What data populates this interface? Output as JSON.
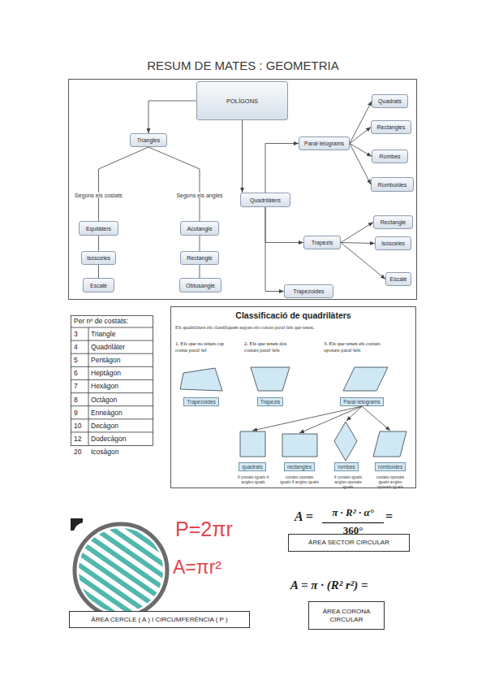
{
  "diagram": {
    "title": "RESUM DE MATES : GEOMETRIA",
    "nodes": [
      {
        "text": [
          "POLÍGONS"
        ]
      },
      {
        "text": [
          "Triangles"
        ]
      },
      {
        "text": [
          "Equilàters"
        ]
      },
      {
        "text": [
          "Isòsceles"
        ]
      },
      {
        "text": [
          "Escalè"
        ]
      },
      {
        "text": [
          "Acutangle"
        ]
      },
      {
        "text": [
          "Rectangle"
        ]
      },
      {
        "text": [
          "Obtusangle"
        ]
      },
      {
        "text": [
          "Quadrilàters"
        ]
      },
      {
        "text": [
          "Paral·lelograms"
        ]
      },
      {
        "text": [
          "Quadrats"
        ]
      },
      {
        "text": [
          "Rectangles"
        ]
      },
      {
        "text": [
          "Rombes"
        ]
      },
      {
        "text": [
          "Romboides"
        ]
      },
      {
        "text": [
          "Trapezis"
        ]
      },
      {
        "text": [
          "Rectangle"
        ]
      },
      {
        "text": [
          "Isòsceles"
        ]
      },
      {
        "text": [
          "Escalè"
        ]
      },
      {
        "text": [
          "Trapezoides"
        ]
      },
      {
        "text": [
          "Classificació de quadrilàters",
          "Els quadrilàters els classifiquem segons els costats paral·lels que tenen."
        ]
      },
      {
        "text": [
          "Trapezoides"
        ],
        "in": 19
      },
      {
        "text": [
          "Trapezis"
        ],
        "in": 19
      },
      {
        "text": [
          "Paral·lelograms"
        ],
        "in": 19
      },
      {
        "text": [
          "quadrats",
          "4 costats iguals 4 angles iguals"
        ],
        "in": 19
      },
      {
        "text": [
          "rectangles",
          "costats oposats iguals 4 angles iguals"
        ],
        "in": 19
      },
      {
        "text": [
          "rombes",
          "4 costats iguals angles oposats iguals"
        ],
        "in": 19
      },
      {
        "text": [
          "romboides",
          "costats oposats iguals angles oposats iguals"
        ],
        "in": 19
      },
      {
        "text": [
          "ÀREA CERCLE ( A ) I CIRCUMFERÈNCIA ( P )"
        ]
      },
      {
        "text": [
          "ÀREA SECTOR CIRCULAR"
        ]
      },
      {
        "text": [
          "ÀREA CORONA CIRCULAR"
        ]
      }
    ],
    "edges": [
      {
        "from": 0,
        "to": 1,
        "arrow": "to"
      },
      {
        "from": 1,
        "to": 2,
        "label": "Segons els costats",
        "arrow": "none"
      },
      {
        "from": 1,
        "to": 5,
        "label": "Segons els angles",
        "arrow": "none"
      },
      {
        "from": 2,
        "to": 3,
        "arrow": "none"
      },
      {
        "from": 3,
        "to": 4,
        "arrow": "none"
      },
      {
        "from": 5,
        "to": 6,
        "arrow": "none"
      },
      {
        "from": 6,
        "to": 7,
        "arrow": "none"
      },
      {
        "from": 0,
        "to": 8,
        "arrow": "to"
      },
      {
        "from": 8,
        "to": 9,
        "arrow": "to"
      },
      {
        "from": 8,
        "to": 14,
        "arrow": "to"
      },
      {
        "from": 8,
        "to": 18,
        "arrow": "to"
      },
      {
        "from": 9,
        "to": 10,
        "arrow": "to"
      },
      {
        "from": 9,
        "to": 11,
        "arrow": "to"
      },
      {
        "from": 9,
        "to": 12,
        "arrow": "to"
      },
      {
        "from": 9,
        "to": 13,
        "arrow": "to"
      },
      {
        "from": 14,
        "to": 15,
        "arrow": "to"
      },
      {
        "from": 14,
        "to": 16,
        "arrow": "to"
      },
      {
        "from": 14,
        "to": 17,
        "arrow": "to"
      },
      {
        "from": 22,
        "to": 23,
        "arrow": "to"
      },
      {
        "from": 22,
        "to": 24,
        "arrow": "to"
      },
      {
        "from": 22,
        "to": 25,
        "arrow": "to"
      },
      {
        "from": 22,
        "to": 26,
        "arrow": "to"
      }
    ],
    "labels": [
      "Per nº de costats:",
      "3",
      "Triangle",
      "4",
      "Quadrilàter",
      "5",
      "Pentàgon",
      "6",
      "Heptàgon",
      "7",
      "Hexàgon",
      "8",
      "Octàgon",
      "9",
      "Enneàgon",
      "10",
      "Decàgon",
      "12",
      "Dodecàgon",
      "20",
      "Icosàgon",
      "1. Els que no tenen cap costat paral·lel",
      "2. Els que tenen dos costats paral·lels",
      "3. Els que tenen els costats oposats paral·lels",
      "P=2πr",
      "A=πr²",
      "A =",
      "π · R² · α°",
      "360°",
      "=",
      "A = π · (R² r²) ="
    ]
  }
}
